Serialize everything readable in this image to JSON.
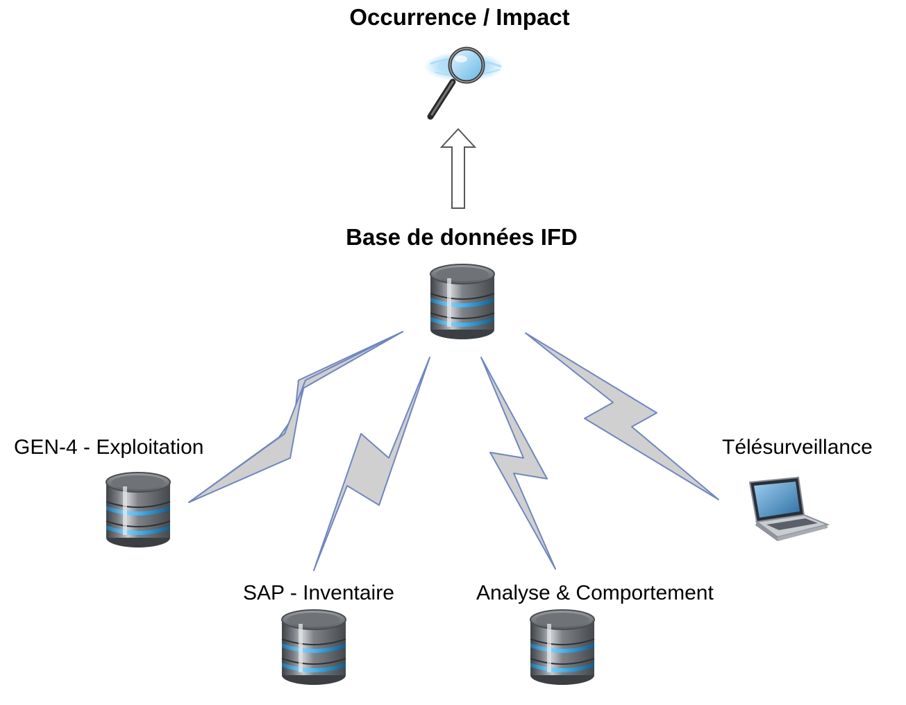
{
  "diagram": {
    "title": "Occurrence / Impact",
    "center_label": "Base de données IFD",
    "nodes": [
      {
        "id": "gen4",
        "label": "GEN-4 - Exploitation",
        "icon": "database-icon"
      },
      {
        "id": "sap",
        "label": "SAP - Inventaire",
        "icon": "database-icon"
      },
      {
        "id": "analyse",
        "label": "Analyse & Comportement",
        "icon": "database-icon"
      },
      {
        "id": "tele",
        "label": "Télésurveillance",
        "icon": "laptop-icon"
      }
    ],
    "top_icon": "magnifier-icon",
    "connector_style": "lightning-bolt",
    "colors": {
      "bolt_fill": "#d0d0d0",
      "bolt_stroke": "#6f86c0",
      "db_body": "#6a6d72",
      "db_band": "#3aa3dc",
      "arrow_stroke": "#555555"
    }
  }
}
